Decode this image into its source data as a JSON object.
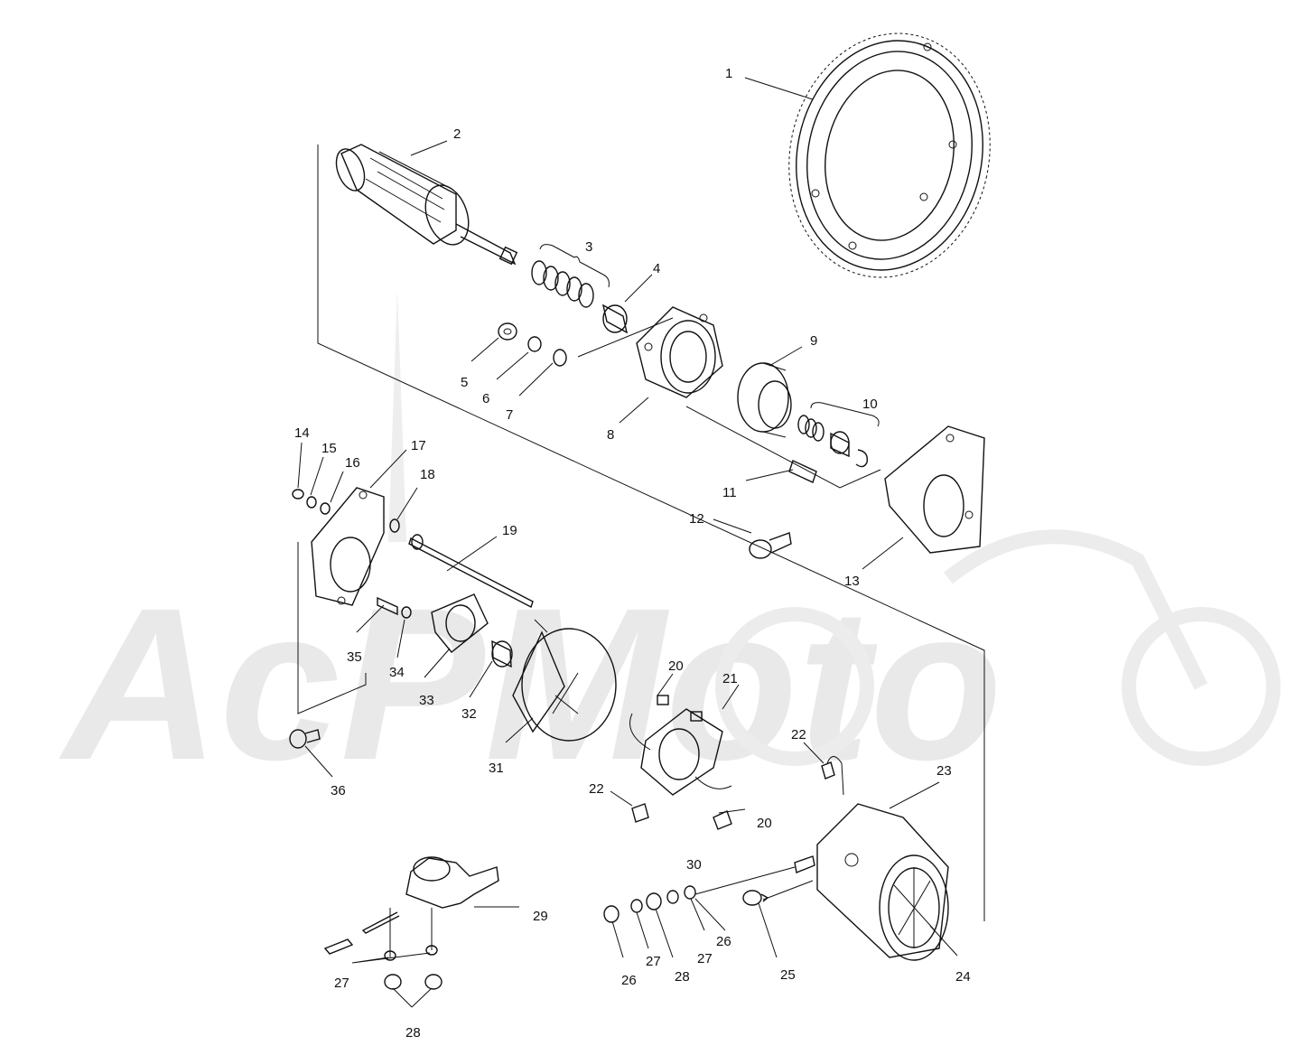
{
  "watermark": {
    "text": "AcPMoto"
  },
  "callouts": [
    {
      "id": "c1",
      "text": "1"
    },
    {
      "id": "c2",
      "text": "2"
    },
    {
      "id": "c3",
      "text": "3"
    },
    {
      "id": "c4",
      "text": "4"
    },
    {
      "id": "c5",
      "text": "5"
    },
    {
      "id": "c6",
      "text": "6"
    },
    {
      "id": "c7",
      "text": "7"
    },
    {
      "id": "c8",
      "text": "8"
    },
    {
      "id": "c9",
      "text": "9"
    },
    {
      "id": "c10",
      "text": "10"
    },
    {
      "id": "c11",
      "text": "11"
    },
    {
      "id": "c12",
      "text": "12"
    },
    {
      "id": "c13",
      "text": "13"
    },
    {
      "id": "c14",
      "text": "14"
    },
    {
      "id": "c15",
      "text": "15"
    },
    {
      "id": "c16",
      "text": "16"
    },
    {
      "id": "c17",
      "text": "17"
    },
    {
      "id": "c18",
      "text": "18"
    },
    {
      "id": "c19",
      "text": "19"
    },
    {
      "id": "c20a",
      "text": "20"
    },
    {
      "id": "c20b",
      "text": "20"
    },
    {
      "id": "c21",
      "text": "21"
    },
    {
      "id": "c22a",
      "text": "22"
    },
    {
      "id": "c22b",
      "text": "22"
    },
    {
      "id": "c23",
      "text": "23"
    },
    {
      "id": "c24",
      "text": "24"
    },
    {
      "id": "c25",
      "text": "25"
    },
    {
      "id": "c26a",
      "text": "26"
    },
    {
      "id": "c26b",
      "text": "26"
    },
    {
      "id": "c27a",
      "text": "27"
    },
    {
      "id": "c27b",
      "text": "27"
    },
    {
      "id": "c27c",
      "text": "27"
    },
    {
      "id": "c28a",
      "text": "28"
    },
    {
      "id": "c28b",
      "text": "28"
    },
    {
      "id": "c29",
      "text": "29"
    },
    {
      "id": "c30",
      "text": "30"
    },
    {
      "id": "c31",
      "text": "31"
    },
    {
      "id": "c32",
      "text": "32"
    },
    {
      "id": "c33",
      "text": "33"
    },
    {
      "id": "c34",
      "text": "34"
    },
    {
      "id": "c35",
      "text": "35"
    },
    {
      "id": "c36",
      "text": "36"
    }
  ]
}
